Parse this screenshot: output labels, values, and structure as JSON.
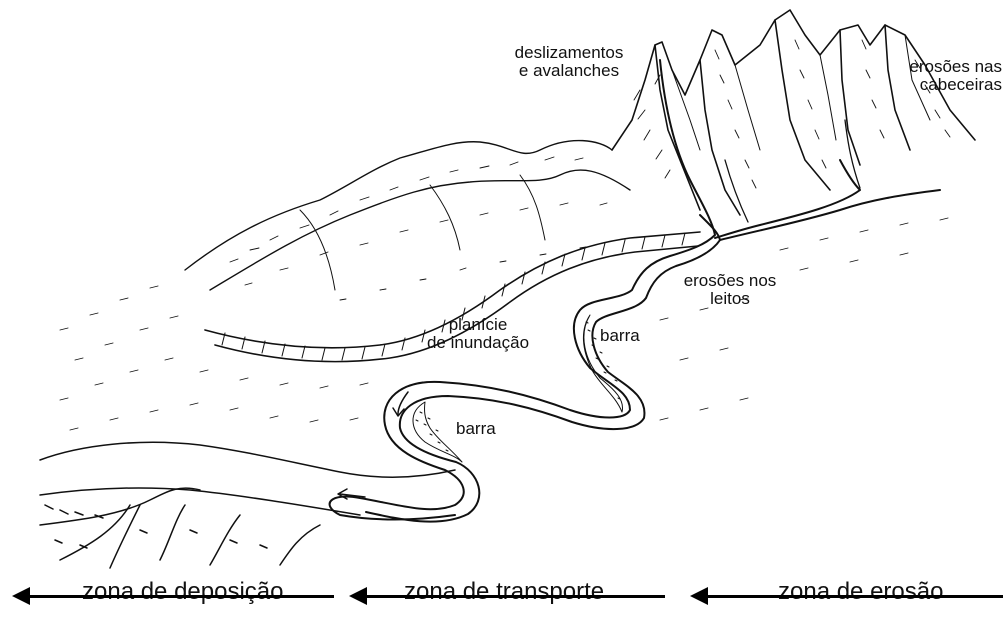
{
  "labels": {
    "landslides": [
      "deslizamentos",
      "e avalanches"
    ],
    "headwater_erosion": [
      "erosões nas",
      "cabeceiras"
    ],
    "bed_erosion": [
      "erosões nos",
      "leitos"
    ],
    "floodplain": [
      "planície",
      "de inundação"
    ],
    "bar_upper": "barra",
    "bar_lower": "barra"
  },
  "zones": {
    "deposition": "zona de deposição",
    "transport": "zona de transporte",
    "erosion": "zona de erosão"
  },
  "colors": {
    "ink": "#111111",
    "background": "#ffffff"
  }
}
